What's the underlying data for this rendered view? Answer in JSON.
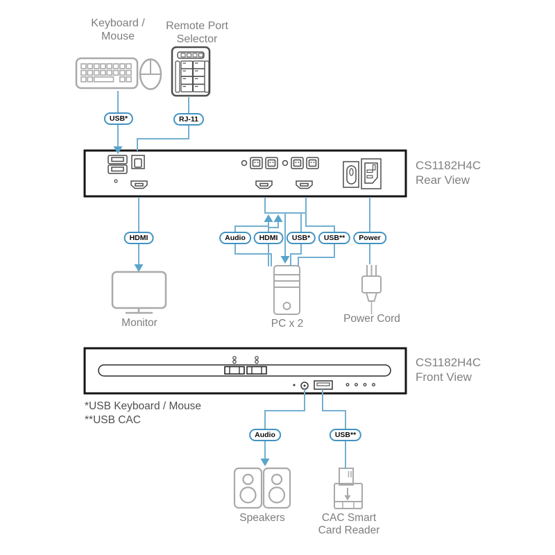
{
  "panels": {
    "rear_model": "CS1182H4C",
    "rear_view": "Rear View",
    "front_model": "CS1182H4C",
    "front_view": "Front View"
  },
  "pills": {
    "usb_top": "USB*",
    "rj11": "RJ-11",
    "hdmi_monitor": "HDMI",
    "audio_pc": "Audio",
    "hdmi_pc": "HDMI",
    "usb_kb_pc": "USB*",
    "usb_cac_pc": "USB**",
    "power": "Power",
    "audio_front": "Audio",
    "usb_cac_front": "USB**"
  },
  "devices": {
    "keyboard_mouse_line1": "Keyboard /",
    "keyboard_mouse_line2": "Mouse",
    "remote_selector_line1": "Remote Port",
    "remote_selector_line2": "Selector",
    "monitor": "Monitor",
    "pc": "PC x 2",
    "power_cord": "Power Cord",
    "speakers": "Speakers",
    "cac_reader_line1": "CAC Smart",
    "cac_reader_line2": "Card Reader"
  },
  "footnotes": {
    "note1": "*USB Keyboard / Mouse",
    "note2": "**USB CAC"
  },
  "colors": {
    "wire_blue": "#72afd0",
    "arrow_blue": "#5aa4cb",
    "pill_border_blue": "#4293c1",
    "icon_gray": "#a9a9a9",
    "panel_black": "#151515",
    "label_gray": "#7d7d7d"
  }
}
